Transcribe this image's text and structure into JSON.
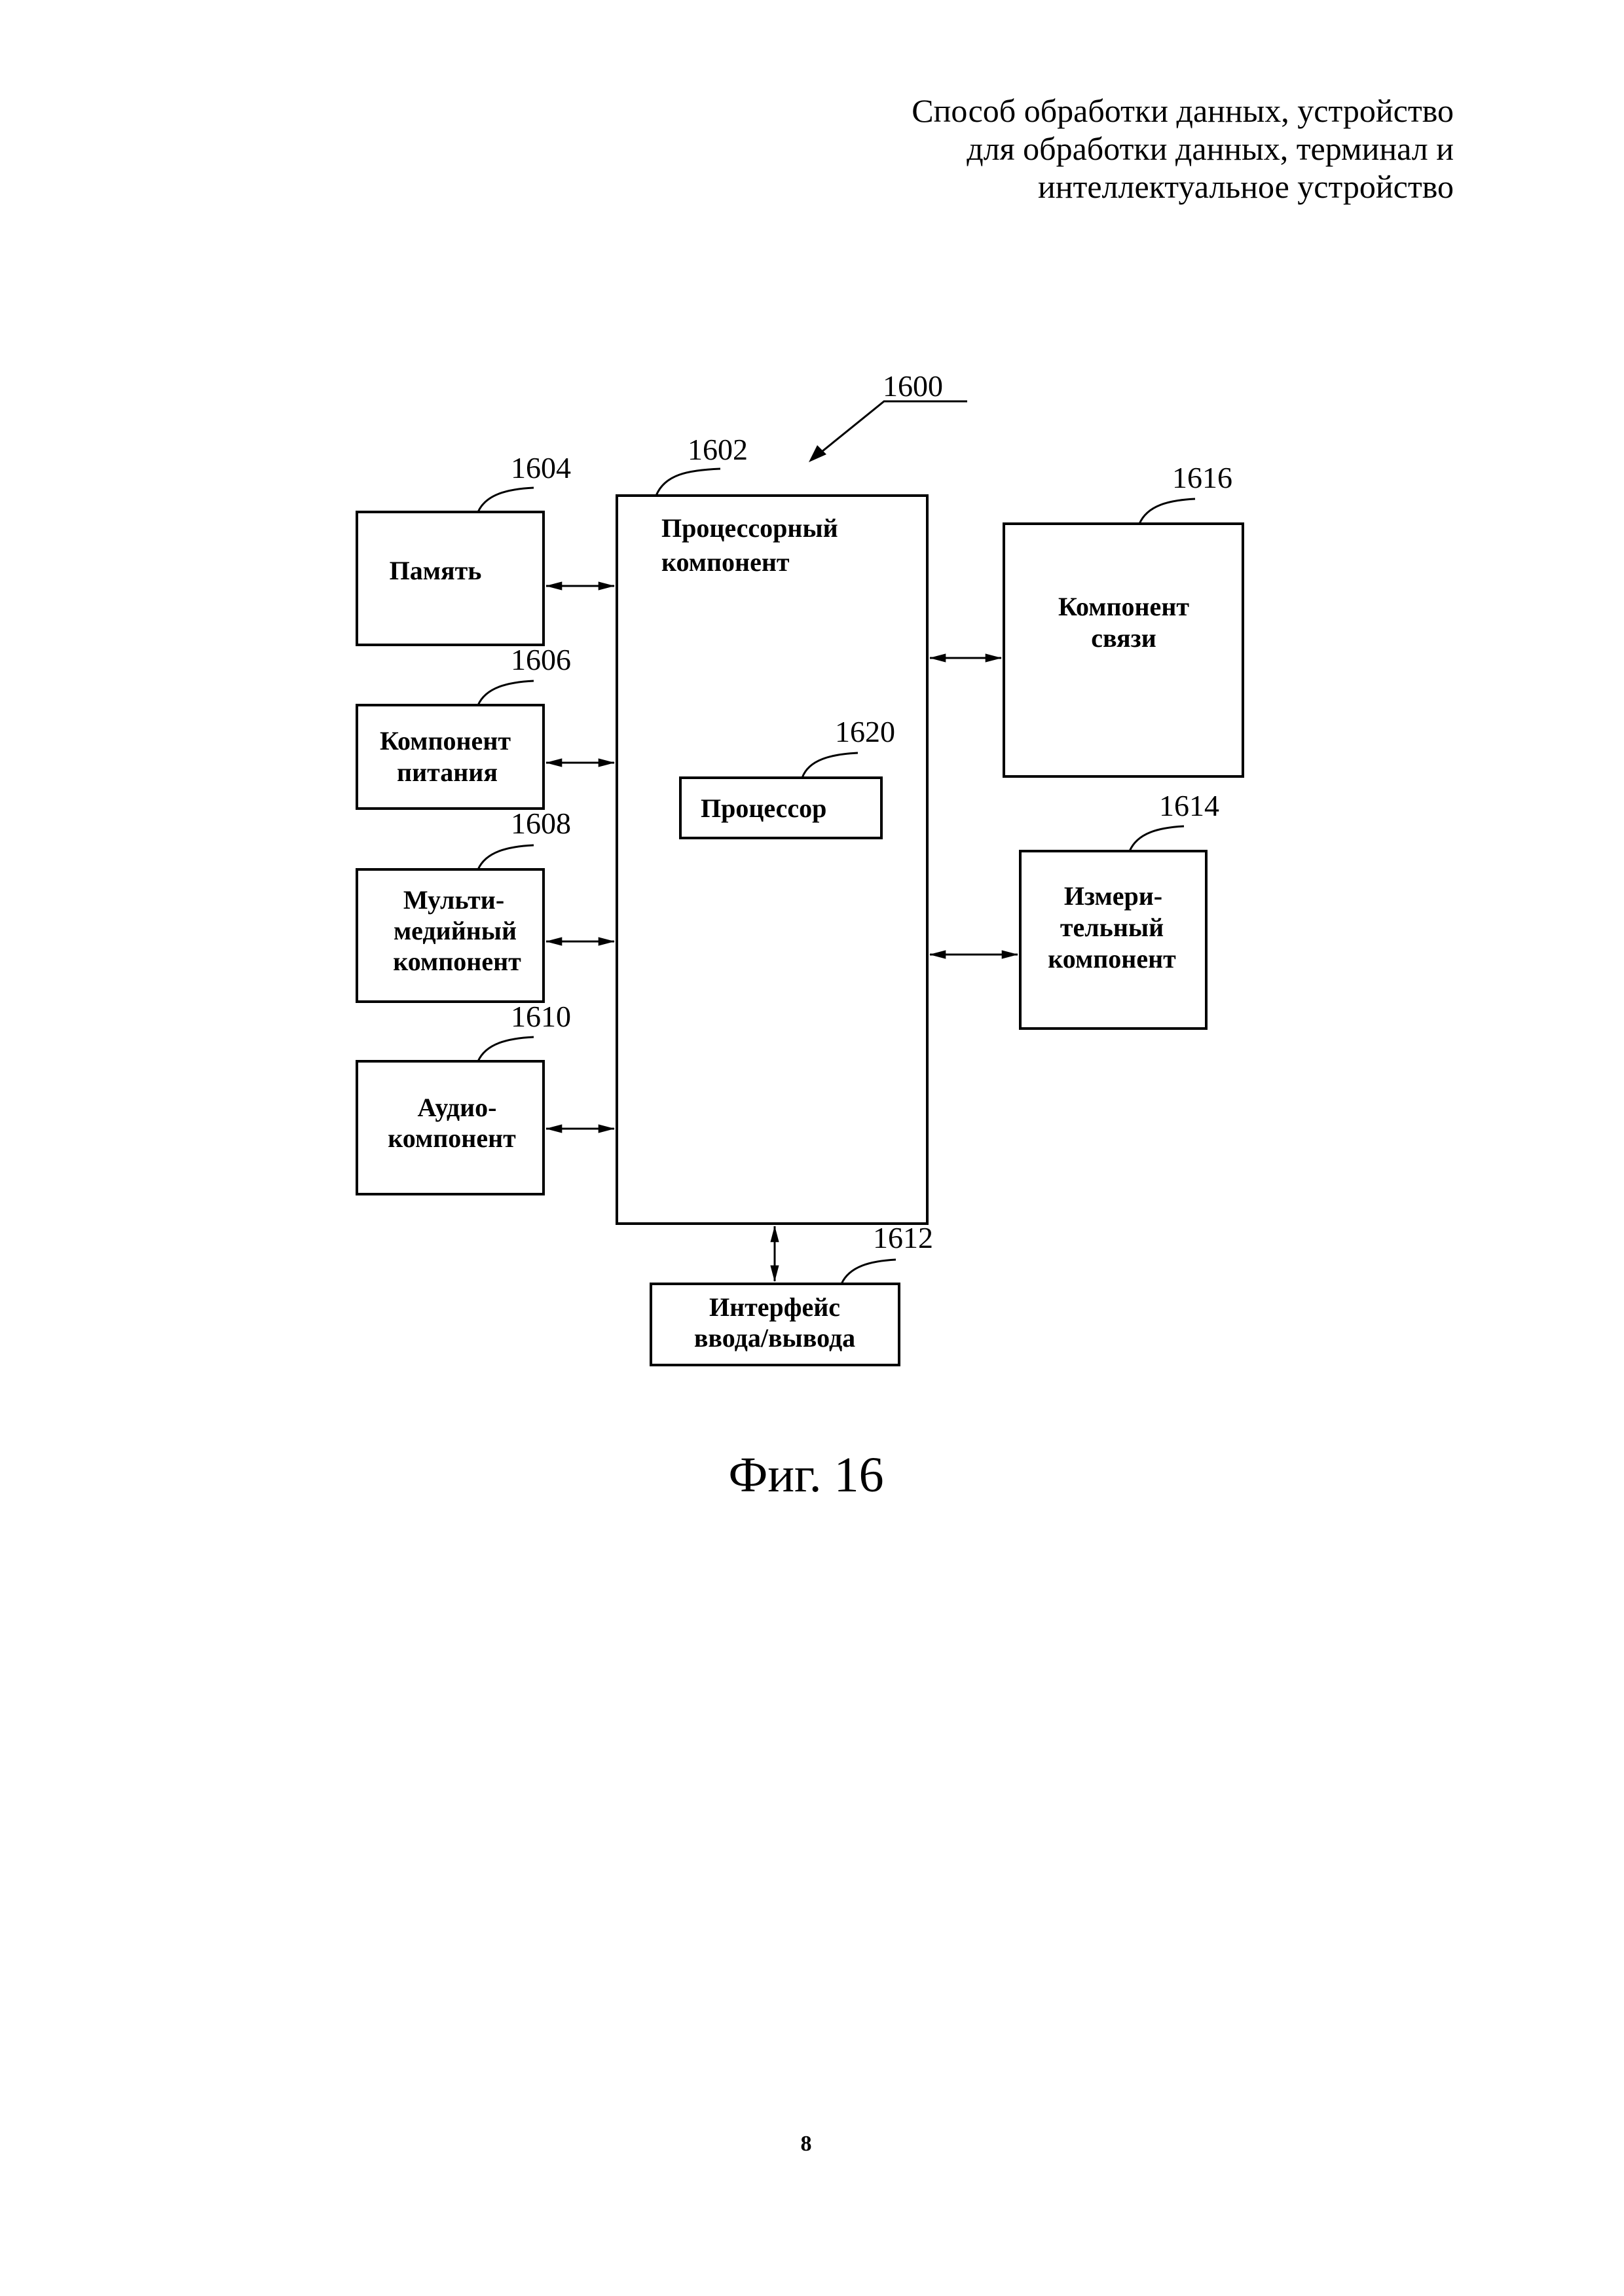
{
  "header": {
    "title_lines": [
      "Способ обработки данных, устройство",
      "для обработки данных, терминал и",
      "интеллектуальное устройство"
    ]
  },
  "diagram": {
    "ref_device": "1600",
    "processing": {
      "ref": "1602",
      "lines": [
        "Процессорный",
        "компонент"
      ]
    },
    "processor": {
      "ref": "1620",
      "label": "Процессор"
    },
    "memory": {
      "ref": "1604",
      "lines": [
        "Память"
      ]
    },
    "power": {
      "ref": "1606",
      "lines": [
        "Компонент",
        "питания"
      ]
    },
    "multimedia": {
      "ref": "1608",
      "lines": [
        "Мульти-",
        "медийный",
        "компонент"
      ]
    },
    "audio": {
      "ref": "1610",
      "lines": [
        "Аудио-",
        "компонент"
      ]
    },
    "io": {
      "ref": "1612",
      "lines": [
        "Интерфейс",
        "ввода/вывода"
      ]
    },
    "sensor": {
      "ref": "1614",
      "lines": [
        "Измери-",
        "тельный",
        "компонент"
      ]
    },
    "communication": {
      "ref": "1616",
      "lines": [
        "Компонент",
        "связи"
      ]
    }
  },
  "caption": "Фиг. 16",
  "page_number": "8"
}
